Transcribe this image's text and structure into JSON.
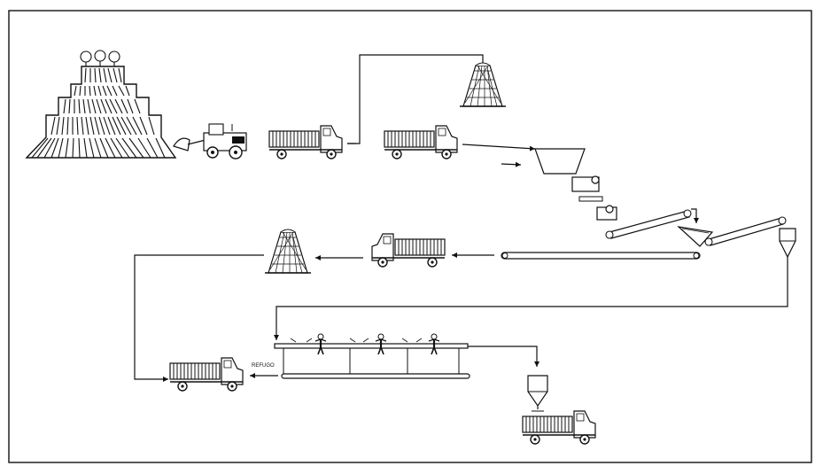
{
  "diagram": {
    "labels": {
      "rejects": "REFUGO"
    },
    "colors": {
      "ink": "#111111",
      "background": "#ffffff"
    },
    "nodes": [
      {
        "id": "mine-pile",
        "icon": "stepped-ore-pile-icon"
      },
      {
        "id": "loader",
        "icon": "front-loader-icon"
      },
      {
        "id": "truck-1",
        "icon": "dump-truck-icon"
      },
      {
        "id": "waste-cone",
        "icon": "stockpile-cone-icon"
      },
      {
        "id": "truck-2",
        "icon": "dump-truck-icon"
      },
      {
        "id": "feed-hopper",
        "icon": "hopper-icon"
      },
      {
        "id": "crusher-1",
        "icon": "crusher-icon"
      },
      {
        "id": "crusher-2",
        "icon": "crusher-icon"
      },
      {
        "id": "conveyor-1",
        "icon": "conveyor-belt-icon"
      },
      {
        "id": "screen",
        "icon": "screen-icon"
      },
      {
        "id": "conveyor-2",
        "icon": "conveyor-belt-icon"
      },
      {
        "id": "silo",
        "icon": "silo-icon"
      },
      {
        "id": "long-conveyor",
        "icon": "conveyor-belt-icon"
      },
      {
        "id": "truck-3",
        "icon": "dump-truck-icon"
      },
      {
        "id": "product-cone",
        "icon": "stockpile-cone-icon"
      },
      {
        "id": "sorting-belt",
        "icon": "picking-belt-icon"
      },
      {
        "id": "sorters",
        "icon": "worker-icon"
      },
      {
        "id": "truck-4",
        "icon": "dump-truck-icon"
      },
      {
        "id": "loading-silo",
        "icon": "silo-icon"
      },
      {
        "id": "truck-5",
        "icon": "dump-truck-icon"
      }
    ]
  }
}
